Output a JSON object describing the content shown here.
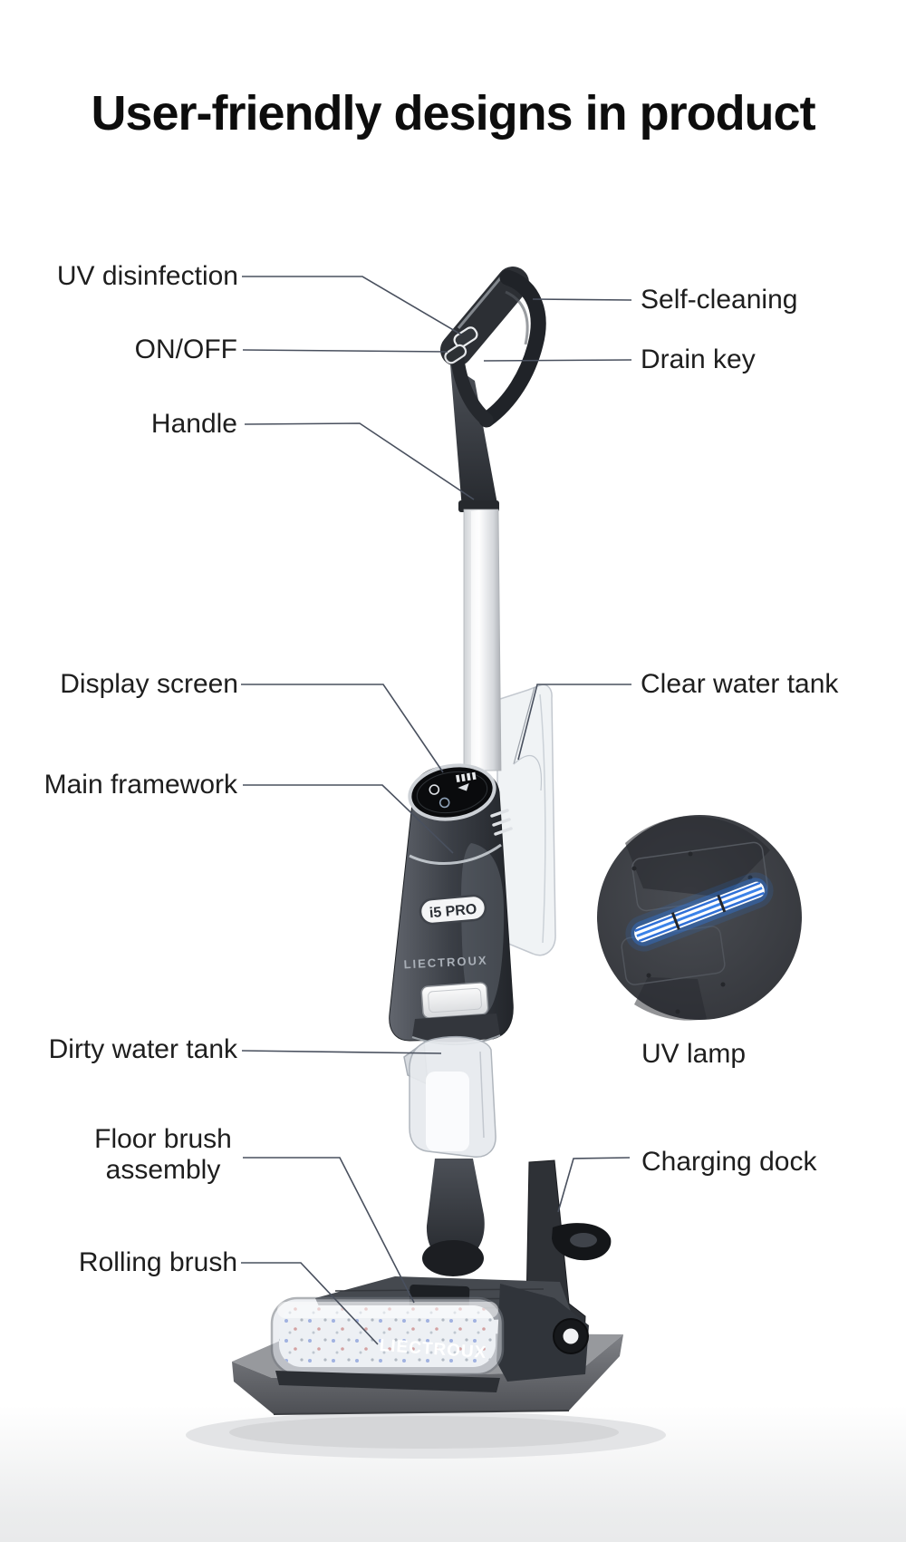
{
  "title": "User-friendly designs in product",
  "callouts": {
    "left": [
      {
        "label": "UV disinfection"
      },
      {
        "label": "ON/OFF"
      },
      {
        "label": "Handle"
      },
      {
        "label": "Display screen"
      },
      {
        "label": "Main framework"
      },
      {
        "label": "Dirty water tank"
      },
      {
        "label": "Floor brush assembly"
      },
      {
        "label": "Rolling brush"
      }
    ],
    "right": [
      {
        "label": "Self-cleaning"
      },
      {
        "label": "Drain key"
      },
      {
        "label": "Clear water tank"
      },
      {
        "label": "UV lamp"
      },
      {
        "label": "Charging dock"
      }
    ]
  },
  "product": {
    "brand": "LIECTROUX",
    "model": "i5 PRO"
  },
  "colors": {
    "uv_lamp_glow": "#2e7ff2",
    "leader_line": "#49505e"
  }
}
